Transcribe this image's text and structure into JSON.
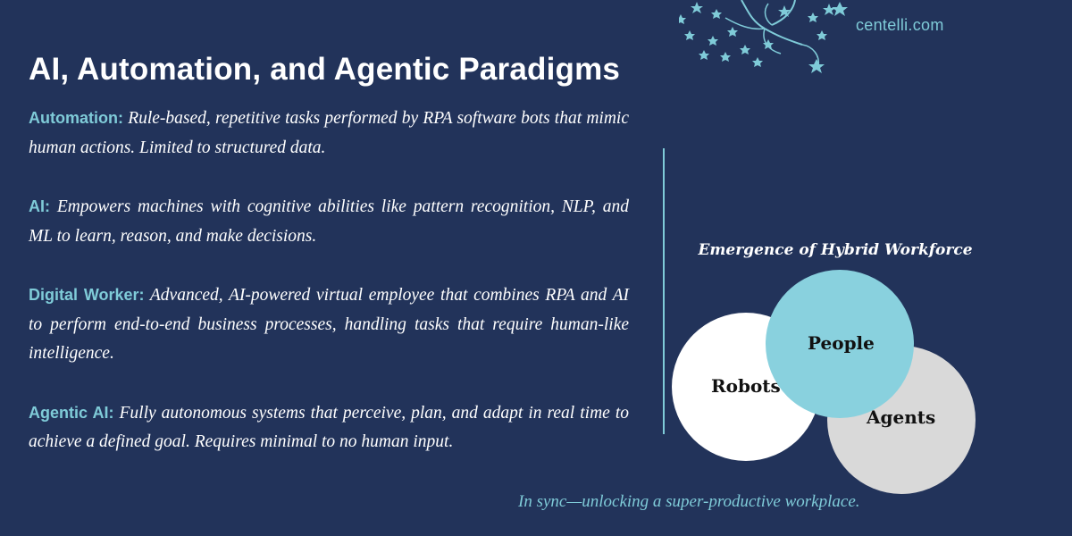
{
  "header": {
    "title": "AI, Automation, and Agentic Paradigms",
    "site": "centelli.com"
  },
  "definitions": [
    {
      "term": "Automation:",
      "text": "Rule-based, repetitive tasks performed by RPA software bots that mimic human actions. Limited to structured data."
    },
    {
      "term": "AI:",
      "text": "Empowers machines with cognitive abilities like pattern recognition, NLP, and ML to learn, reason, and make decisions."
    },
    {
      "term": "Digital Worker:",
      "text": "Advanced, AI-powered virtual employee that combines RPA and AI to perform end-to-end business processes, handling tasks that require human-like intelligence."
    },
    {
      "term": "Agentic AI:",
      "text": "Fully autonomous systems that perceive, plan, and adapt in real time to achieve a defined goal. Requires minimal to no human input."
    }
  ],
  "diagram": {
    "title": "Emergence of Hybrid Workforce",
    "circles": {
      "people": "People",
      "robots": "Robots",
      "agents": "Agents"
    }
  },
  "footer": {
    "tagline": "In sync—unlocking a super-productive workplace."
  },
  "colors": {
    "background": "#22335a",
    "accent": "#7fcbd8",
    "people_circle": "#89d1de",
    "robots_circle": "#ffffff",
    "agents_circle": "#d9d9d9"
  },
  "decoration": {
    "icon": "star-branches-icon"
  }
}
